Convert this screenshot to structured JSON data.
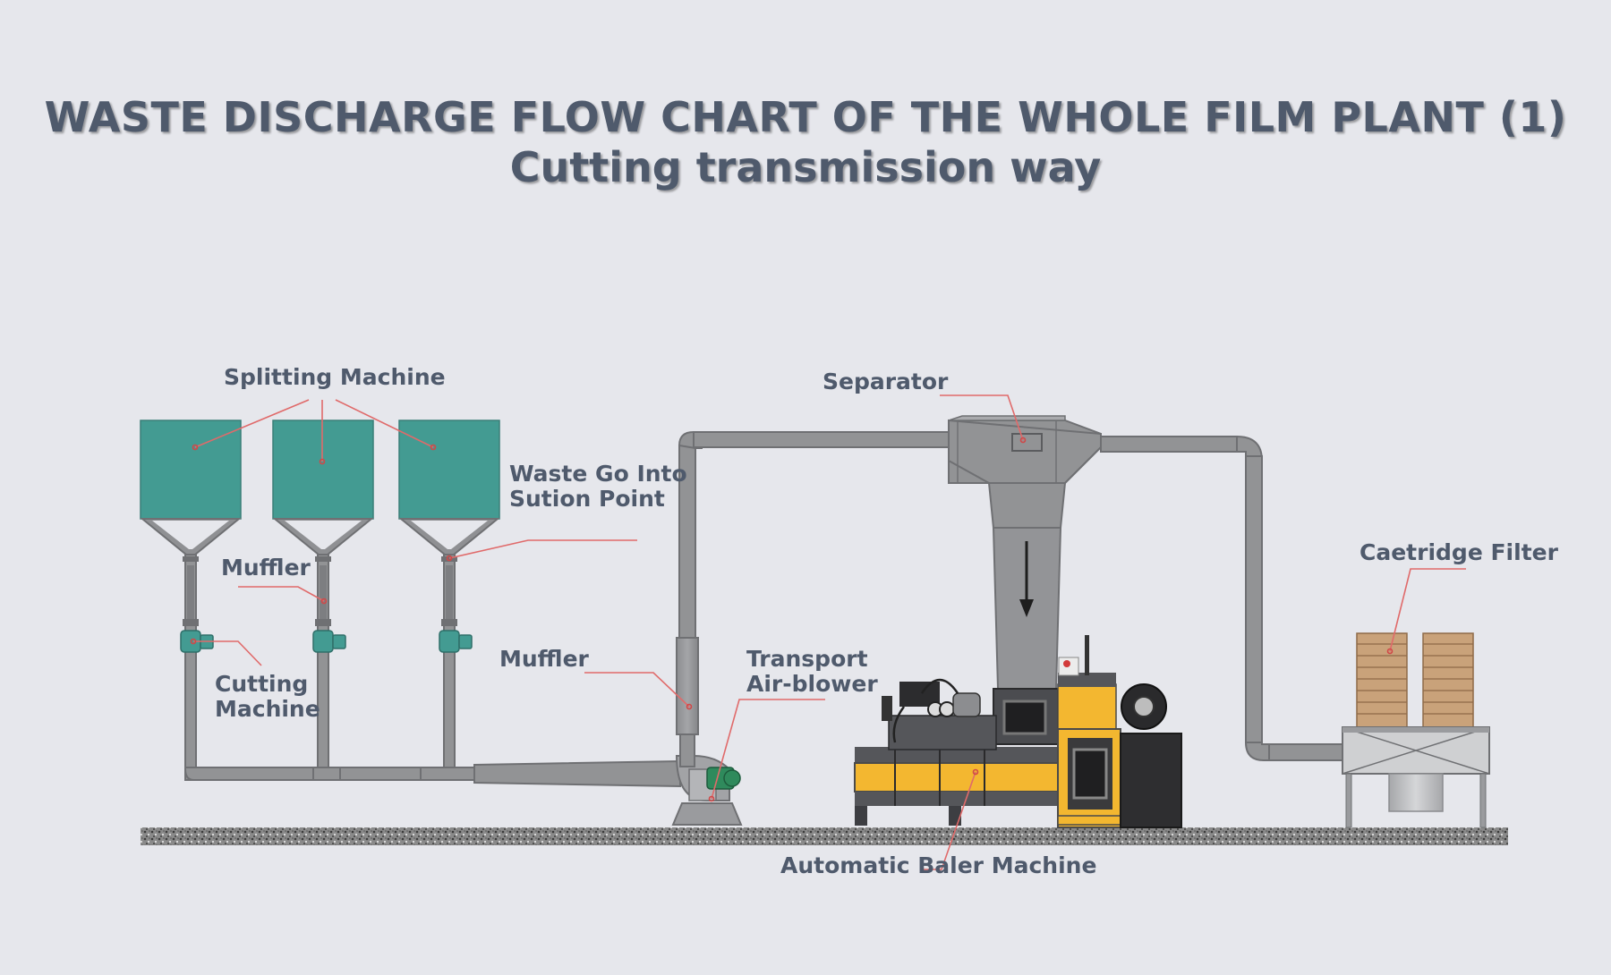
{
  "title": {
    "line1": "WASTE DISCHARGE FLOW CHART OF THE WHOLE FILM PLANT (1)",
    "line2": "Cutting transmission way"
  },
  "labels": {
    "splitting_machine": "Splitting Machine",
    "muffler_left": "Muffler",
    "cutting_machine_line1": "Cutting",
    "cutting_machine_line2": "Machine",
    "waste_suction_line1": "Waste Go Into",
    "waste_suction_line2": "Sution Point",
    "muffler_mid": "Muffler",
    "transport_line1": "Transport",
    "transport_line2": "Air-blower",
    "separator": "Separator",
    "automatic_baler": "Automatic Baler Machine",
    "cartridge_filter": "Caetridge Filter"
  },
  "colors": {
    "background": "#e6e7ec",
    "title": "#4f5a6c",
    "hopper": "#439b92",
    "pipe": "#929395",
    "leader": "#e06a6a",
    "baler_yellow": "#f3b730",
    "filter_brown": "#c9a27a",
    "ground": "#555555"
  }
}
